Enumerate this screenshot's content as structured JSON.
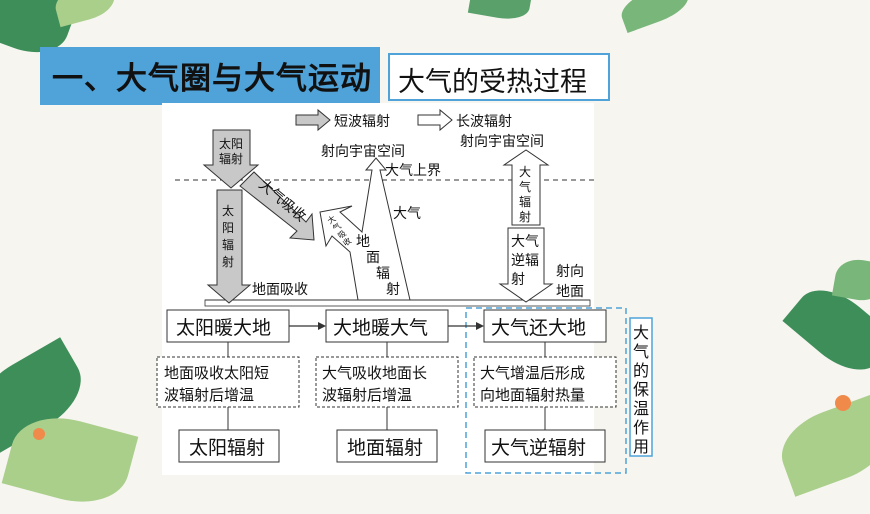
{
  "title": "一、大气圈与大气运动",
  "subtitle": "大气的受热过程",
  "legend": {
    "short": "短波辐射",
    "long_line1": "长波辐射",
    "long_line2": "射向宇宙空间"
  },
  "labels": {
    "solar_top": [
      "太阳",
      "辐射"
    ],
    "atm_absorb": "大气吸收",
    "solar_down": [
      "太",
      "阳",
      "辐",
      "射"
    ],
    "ground_absorb": "地面吸收",
    "to_space": "射向宇宙空间",
    "atm_top": "大气上界",
    "atm": "大气",
    "atm_absorb_small": [
      "大",
      "气",
      "吸",
      "收"
    ],
    "ground_rad": [
      "地",
      "面",
      "辐",
      "射"
    ],
    "atm_rad_up": [
      "大",
      "气",
      "辐",
      "射"
    ],
    "counter_rad": [
      "大气",
      "逆辐",
      "射"
    ],
    "to_ground": [
      "射向",
      "地面"
    ]
  },
  "boxes": {
    "b1": "太阳暖大地",
    "b2": "大地暖大气",
    "b3": "大气还大地"
  },
  "notes": {
    "n1": [
      "地面吸收太阳短",
      "波辐射后增温"
    ],
    "n2": [
      "大气吸收地面长",
      "波辐射后增温"
    ],
    "n3": [
      "大气增温后形成",
      "向地面辐射热量"
    ]
  },
  "sources": {
    "s1": "太阳辐射",
    "s2": "地面辐射",
    "s3": "大气逆辐射"
  },
  "side_label": [
    "大",
    "气",
    "的",
    "保",
    "温",
    "作",
    "用"
  ],
  "colors": {
    "banner": "#4fa3d9",
    "arrow_fill": "#c8c8c8",
    "dashed_frame": "#4fa3d9"
  }
}
